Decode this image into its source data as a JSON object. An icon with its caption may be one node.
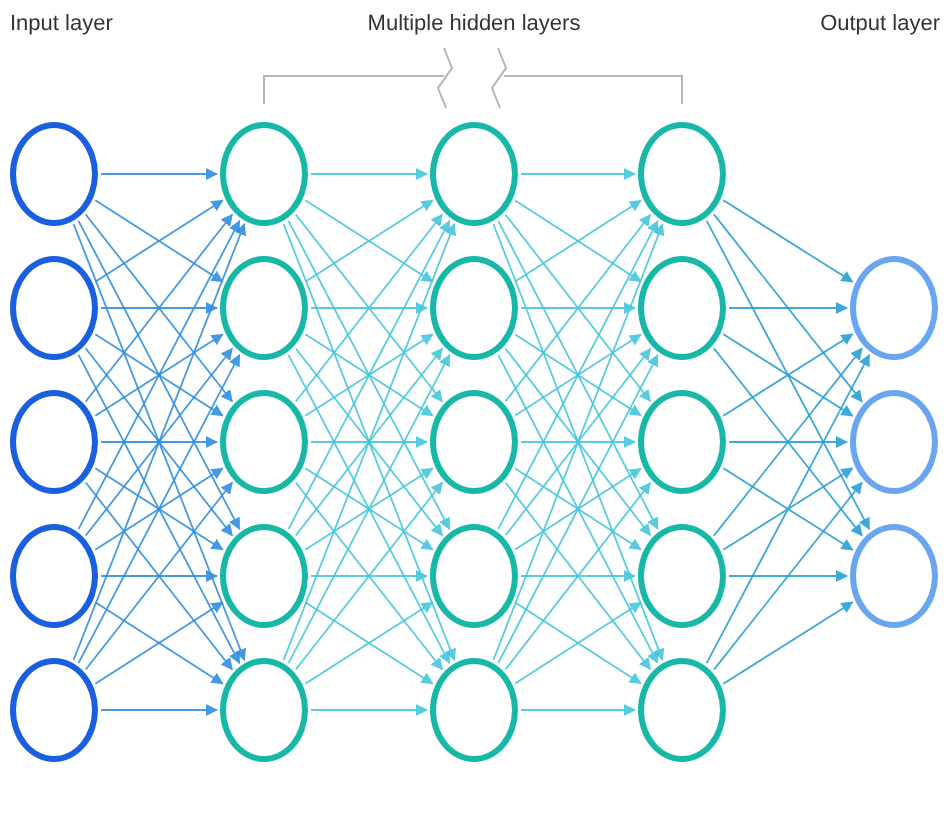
{
  "diagram": {
    "nodes": [
      {
        "text": [],
        "shape": "circle"
      },
      {
        "text": [],
        "shape": "circle"
      },
      {
        "text": [],
        "shape": "circle"
      },
      {
        "text": [],
        "shape": "circle"
      },
      {
        "text": [],
        "shape": "circle"
      },
      {
        "text": [],
        "shape": "circle"
      },
      {
        "text": [],
        "shape": "circle"
      },
      {
        "text": [],
        "shape": "circle"
      },
      {
        "text": [],
        "shape": "circle"
      },
      {
        "text": [],
        "shape": "circle"
      },
      {
        "text": [],
        "shape": "circle"
      },
      {
        "text": [],
        "shape": "circle"
      },
      {
        "text": [],
        "shape": "circle"
      },
      {
        "text": [],
        "shape": "circle"
      },
      {
        "text": [],
        "shape": "circle"
      },
      {
        "text": [],
        "shape": "circle"
      },
      {
        "text": [],
        "shape": "circle"
      },
      {
        "text": [],
        "shape": "circle"
      },
      {
        "text": [],
        "shape": "circle"
      },
      {
        "text": [],
        "shape": "circle"
      },
      {
        "text": [],
        "shape": "circle"
      },
      {
        "text": [],
        "shape": "circle"
      },
      {
        "text": [],
        "shape": "circle"
      }
    ],
    "edges": [
      {
        "from": 0,
        "to": 5,
        "arrow": "to",
        "color": "#2f8fe0"
      },
      {
        "from": 0,
        "to": 6,
        "arrow": "to",
        "color": "#2f8fe0"
      },
      {
        "from": 0,
        "to": 7,
        "arrow": "to",
        "color": "#2f8fe0"
      },
      {
        "from": 0,
        "to": 8,
        "arrow": "to",
        "color": "#2f8fe0"
      },
      {
        "from": 0,
        "to": 9,
        "arrow": "to",
        "color": "#2f8fe0"
      },
      {
        "from": 1,
        "to": 5,
        "arrow": "to",
        "color": "#2f8fe0"
      },
      {
        "from": 1,
        "to": 6,
        "arrow": "to",
        "color": "#2f8fe0"
      },
      {
        "from": 1,
        "to": 7,
        "arrow": "to",
        "color": "#2f8fe0"
      },
      {
        "from": 1,
        "to": 8,
        "arrow": "to",
        "color": "#2f8fe0"
      },
      {
        "from": 1,
        "to": 9,
        "arrow": "to",
        "color": "#2f8fe0"
      },
      {
        "from": 2,
        "to": 5,
        "arrow": "to",
        "color": "#2f8fe0"
      },
      {
        "from": 2,
        "to": 6,
        "arrow": "to",
        "color": "#2f8fe0"
      },
      {
        "from": 2,
        "to": 7,
        "arrow": "to",
        "color": "#2f8fe0"
      },
      {
        "from": 2,
        "to": 8,
        "arrow": "to",
        "color": "#2f8fe0"
      },
      {
        "from": 2,
        "to": 9,
        "arrow": "to",
        "color": "#2f8fe0"
      },
      {
        "from": 3,
        "to": 5,
        "arrow": "to",
        "color": "#2f8fe0"
      },
      {
        "from": 3,
        "to": 6,
        "arrow": "to",
        "color": "#2f8fe0"
      },
      {
        "from": 3,
        "to": 7,
        "arrow": "to",
        "color": "#2f8fe0"
      },
      {
        "from": 3,
        "to": 8,
        "arrow": "to",
        "color": "#2f8fe0"
      },
      {
        "from": 3,
        "to": 9,
        "arrow": "to",
        "color": "#2f8fe0"
      },
      {
        "from": 4,
        "to": 5,
        "arrow": "to",
        "color": "#2f8fe0"
      },
      {
        "from": 4,
        "to": 6,
        "arrow": "to",
        "color": "#2f8fe0"
      },
      {
        "from": 4,
        "to": 7,
        "arrow": "to",
        "color": "#2f8fe0"
      },
      {
        "from": 4,
        "to": 8,
        "arrow": "to",
        "color": "#2f8fe0"
      },
      {
        "from": 4,
        "to": 9,
        "arrow": "to",
        "color": "#2f8fe0"
      },
      {
        "from": 5,
        "to": 10,
        "arrow": "to"
      },
      {
        "from": 5,
        "to": 11,
        "arrow": "to"
      },
      {
        "from": 5,
        "to": 12,
        "arrow": "to"
      },
      {
        "from": 5,
        "to": 13,
        "arrow": "to"
      },
      {
        "from": 5,
        "to": 14,
        "arrow": "to"
      },
      {
        "from": 6,
        "to": 10,
        "arrow": "to"
      },
      {
        "from": 6,
        "to": 11,
        "arrow": "to"
      },
      {
        "from": 6,
        "to": 12,
        "arrow": "to"
      },
      {
        "from": 6,
        "to": 13,
        "arrow": "to"
      },
      {
        "from": 6,
        "to": 14,
        "arrow": "to"
      },
      {
        "from": 7,
        "to": 10,
        "arrow": "to"
      },
      {
        "from": 7,
        "to": 11,
        "arrow": "to"
      },
      {
        "from": 7,
        "to": 12,
        "arrow": "to"
      },
      {
        "from": 7,
        "to": 13,
        "arrow": "to"
      },
      {
        "from": 7,
        "to": 14,
        "arrow": "to"
      },
      {
        "from": 8,
        "to": 10,
        "arrow": "to"
      },
      {
        "from": 8,
        "to": 11,
        "arrow": "to"
      },
      {
        "from": 8,
        "to": 12,
        "arrow": "to"
      },
      {
        "from": 8,
        "to": 13,
        "arrow": "to"
      },
      {
        "from": 8,
        "to": 14,
        "arrow": "to"
      },
      {
        "from": 9,
        "to": 10,
        "arrow": "to"
      },
      {
        "from": 9,
        "to": 11,
        "arrow": "to"
      },
      {
        "from": 9,
        "to": 12,
        "arrow": "to"
      },
      {
        "from": 9,
        "to": 13,
        "arrow": "to"
      },
      {
        "from": 9,
        "to": 14,
        "arrow": "to"
      },
      {
        "from": 10,
        "to": 15,
        "arrow": "to"
      },
      {
        "from": 10,
        "to": 16,
        "arrow": "to"
      },
      {
        "from": 10,
        "to": 17,
        "arrow": "to"
      },
      {
        "from": 10,
        "to": 18,
        "arrow": "to"
      },
      {
        "from": 10,
        "to": 19,
        "arrow": "to"
      },
      {
        "from": 11,
        "to": 15,
        "arrow": "to"
      },
      {
        "from": 11,
        "to": 16,
        "arrow": "to"
      },
      {
        "from": 11,
        "to": 17,
        "arrow": "to"
      },
      {
        "from": 11,
        "to": 18,
        "arrow": "to"
      },
      {
        "from": 11,
        "to": 19,
        "arrow": "to"
      },
      {
        "from": 12,
        "to": 15,
        "arrow": "to"
      },
      {
        "from": 12,
        "to": 16,
        "arrow": "to"
      },
      {
        "from": 12,
        "to": 17,
        "arrow": "to"
      },
      {
        "from": 12,
        "to": 18,
        "arrow": "to"
      },
      {
        "from": 12,
        "to": 19,
        "arrow": "to"
      },
      {
        "from": 13,
        "to": 15,
        "arrow": "to"
      },
      {
        "from": 13,
        "to": 16,
        "arrow": "to"
      },
      {
        "from": 13,
        "to": 17,
        "arrow": "to"
      },
      {
        "from": 13,
        "to": 18,
        "arrow": "to"
      },
      {
        "from": 13,
        "to": 19,
        "arrow": "to"
      },
      {
        "from": 14,
        "to": 15,
        "arrow": "to"
      },
      {
        "from": 14,
        "to": 16,
        "arrow": "to"
      },
      {
        "from": 14,
        "to": 17,
        "arrow": "to"
      },
      {
        "from": 14,
        "to": 18,
        "arrow": "to"
      },
      {
        "from": 14,
        "to": 19,
        "arrow": "to"
      },
      {
        "from": 15,
        "to": 20,
        "arrow": "to",
        "color": "#2a9fd6"
      },
      {
        "from": 15,
        "to": 21,
        "arrow": "to",
        "color": "#2a9fd6"
      },
      {
        "from": 15,
        "to": 22,
        "arrow": "to",
        "color": "#2a9fd6"
      },
      {
        "from": 16,
        "to": 20,
        "arrow": "to",
        "color": "#2a9fd6"
      },
      {
        "from": 16,
        "to": 21,
        "arrow": "to",
        "color": "#2a9fd6"
      },
      {
        "from": 16,
        "to": 22,
        "arrow": "to",
        "color": "#2a9fd6"
      },
      {
        "from": 17,
        "to": 20,
        "arrow": "to",
        "color": "#2a9fd6"
      },
      {
        "from": 17,
        "to": 21,
        "arrow": "to",
        "color": "#2a9fd6"
      },
      {
        "from": 17,
        "to": 22,
        "arrow": "to",
        "color": "#2a9fd6"
      },
      {
        "from": 18,
        "to": 20,
        "arrow": "to",
        "color": "#2a9fd6"
      },
      {
        "from": 18,
        "to": 21,
        "arrow": "to",
        "color": "#2a9fd6"
      },
      {
        "from": 18,
        "to": 22,
        "arrow": "to",
        "color": "#2a9fd6"
      },
      {
        "from": 19,
        "to": 20,
        "arrow": "to",
        "color": "#2a9fd6"
      },
      {
        "from": 19,
        "to": 21,
        "arrow": "to",
        "color": "#2a9fd6"
      },
      {
        "from": 19,
        "to": 22,
        "arrow": "to",
        "color": "#2a9fd6"
      }
    ],
    "labels": [
      "Input layer",
      "Multiple hidden layers",
      "Output layer"
    ]
  }
}
